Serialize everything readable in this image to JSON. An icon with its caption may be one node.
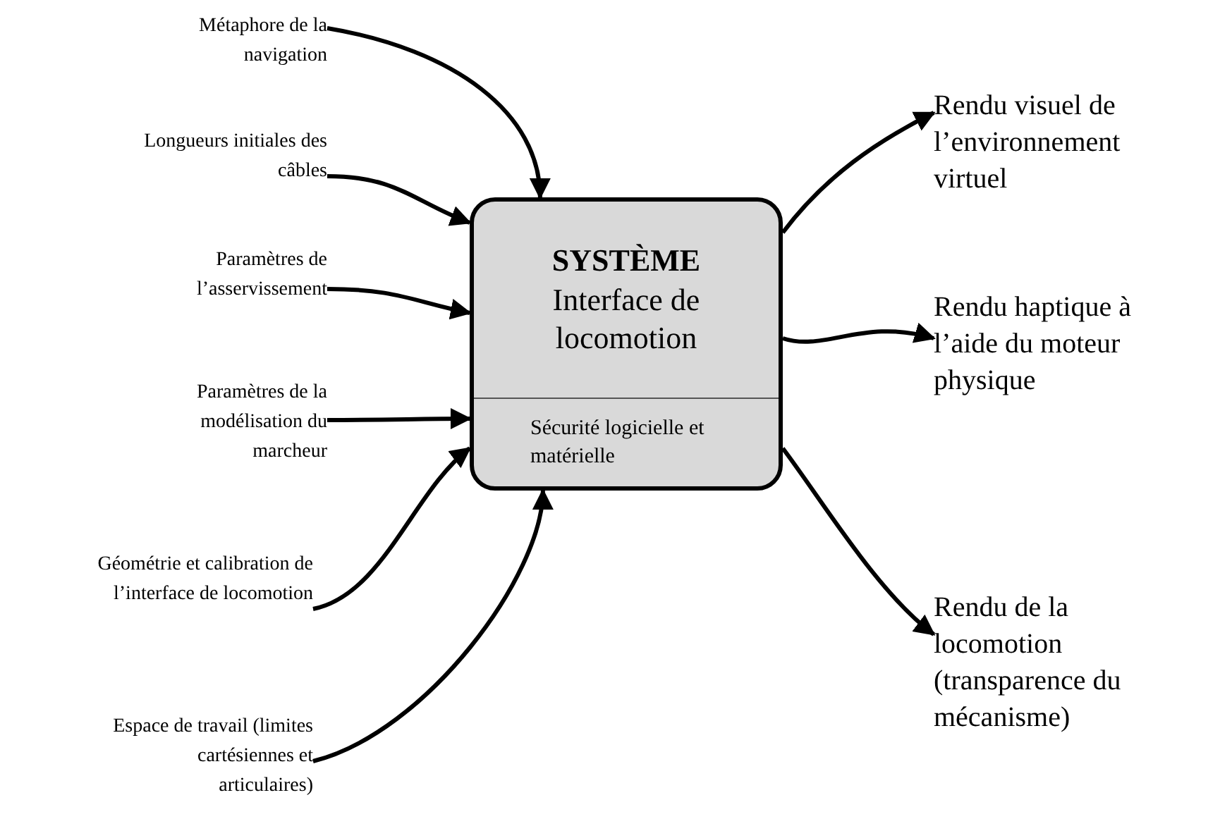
{
  "diagram": {
    "nodes": [
      {
        "text": [
          "SYSTÈME",
          "Interface de locomotion",
          "Sécurité logicielle et matérielle"
        ]
      },
      {
        "text": [
          "Métaphore de la navigation"
        ]
      },
      {
        "text": [
          "Longueurs initiales des câbles"
        ]
      },
      {
        "text": [
          "Paramètres de l’asservissement"
        ]
      },
      {
        "text": [
          "Paramètres de la modélisation du marcheur"
        ]
      },
      {
        "text": [
          "Géométrie et calibration de l’interface de locomotion"
        ]
      },
      {
        "text": [
          "Espace de travail (limites cartésiennes et articulaires)"
        ]
      },
      {
        "text": [
          "Rendu visuel de l’environnement virtuel"
        ]
      },
      {
        "text": [
          "Rendu haptique à l’aide du moteur physique"
        ]
      },
      {
        "text": [
          "Rendu de la locomotion (transparence du mécanisme)"
        ]
      }
    ],
    "edges": [
      {
        "from": 1,
        "to": 0,
        "arrow": "to"
      },
      {
        "from": 2,
        "to": 0,
        "arrow": "to"
      },
      {
        "from": 3,
        "to": 0,
        "arrow": "to"
      },
      {
        "from": 4,
        "to": 0,
        "arrow": "to"
      },
      {
        "from": 5,
        "to": 0,
        "arrow": "to"
      },
      {
        "from": 6,
        "to": 0,
        "arrow": "to"
      },
      {
        "from": 0,
        "to": 7,
        "arrow": "to"
      },
      {
        "from": 0,
        "to": 8,
        "arrow": "to"
      },
      {
        "from": 0,
        "to": 9,
        "arrow": "to"
      }
    ]
  }
}
